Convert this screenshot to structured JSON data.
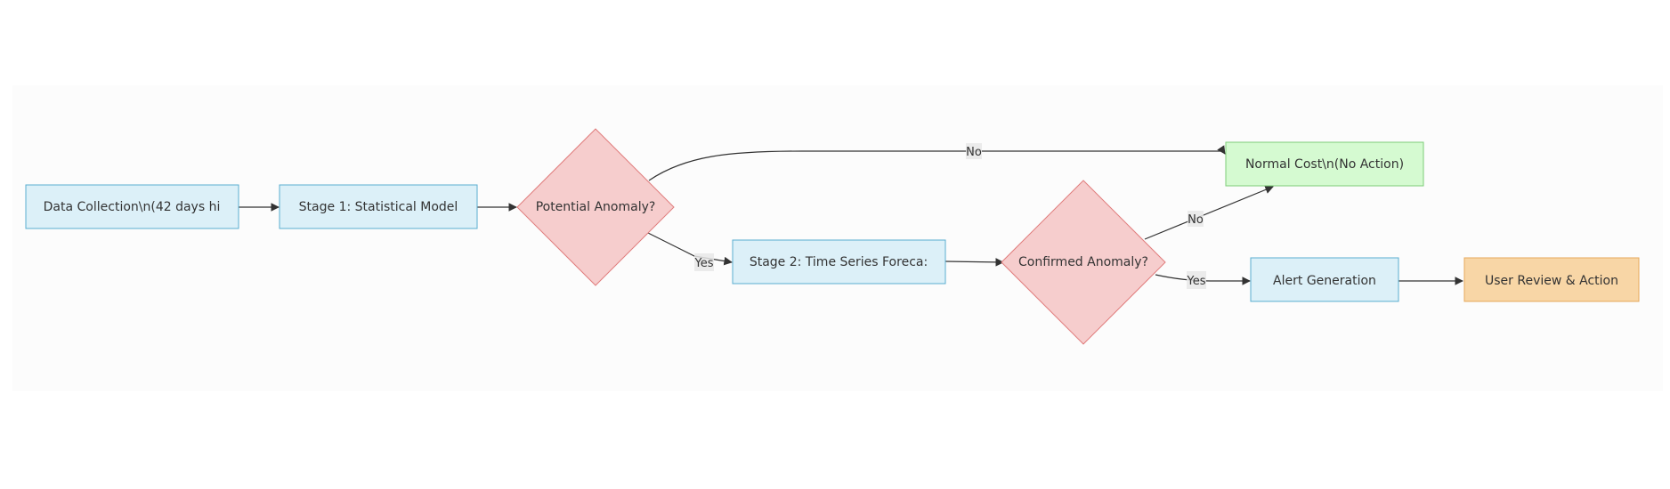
{
  "diagram": {
    "nodes": {
      "data_collection": "Data Collection\\n(42 days hi",
      "stage1": "Stage 1: Statistical Model",
      "potential_anomaly": "Potential Anomaly?",
      "stage2": "Stage 2: Time Series Foreca:",
      "confirmed_anomaly": "Confirmed Anomaly?",
      "normal_cost": "Normal Cost\\n(No Action)",
      "alert_generation": "Alert Generation",
      "user_review": "User Review & Action"
    },
    "edges": {
      "potential_no": "No",
      "potential_yes": "Yes",
      "confirmed_no": "No",
      "confirmed_yes": "Yes"
    },
    "colors": {
      "process_fill": "#dcf0f8",
      "process_stroke": "#5aaed0",
      "decision_fill": "#f6cdcd",
      "decision_stroke": "#e07c7c",
      "normal_fill": "#d5fad1",
      "normal_stroke": "#7dcc78",
      "action_fill": "#f8d6a6",
      "action_stroke": "#e6a95c"
    }
  }
}
